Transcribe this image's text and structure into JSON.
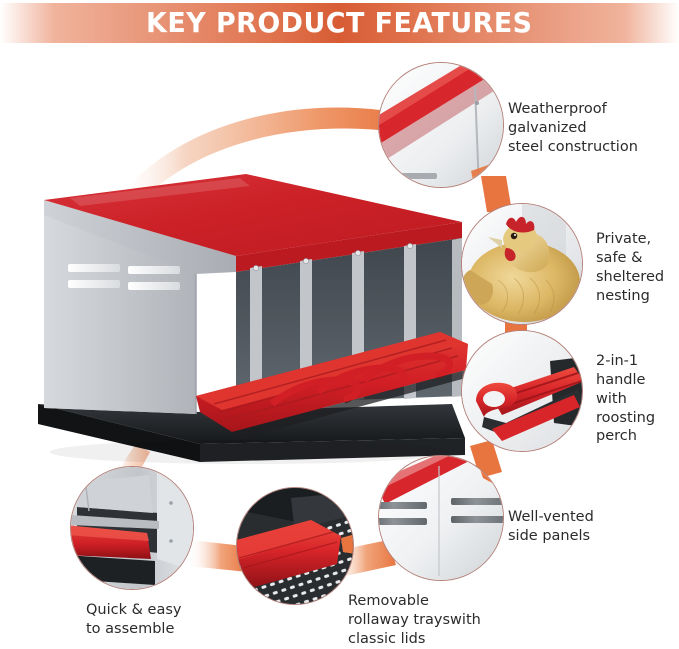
{
  "header": {
    "title": "KEY PRODUCT FEATURES",
    "gradient_edge_color": "#f6d7c8",
    "gradient_center_color": "#d75c34"
  },
  "product": {
    "name": "metal chicken nesting box",
    "roof_color": "#cc2026",
    "body_color": "#b9bcc0",
    "interior_color": "#4e555c",
    "base_color": "#1f2124",
    "tray_color": "#d81f26"
  },
  "callouts": [
    {
      "id": "weatherproof",
      "image_name": "roof-edge-closeup-circle",
      "text": "Weatherproof\ngalvanized\nsteel construction",
      "text_lines": [
        "Weatherproof",
        "galvanized",
        "steel construction"
      ]
    },
    {
      "id": "private-nesting",
      "image_name": "hen-photo-circle",
      "text": "Private,\nsafe &\nsheltered\nnesting",
      "text_lines": [
        "Private,",
        "safe &",
        "sheltered",
        "nesting"
      ]
    },
    {
      "id": "handle-perch",
      "image_name": "red-handle-closeup-circle",
      "text": "2-in-1\nhandle\nwith\nroosting\nperch",
      "text_lines": [
        "2-in-1",
        "handle",
        "with",
        "roosting",
        "perch"
      ]
    },
    {
      "id": "vented-panels",
      "image_name": "vent-slots-closeup-circle",
      "text": "Well-vented\nside panels",
      "text_lines": [
        "Well-vented",
        "side panels"
      ]
    },
    {
      "id": "rollaway-trays",
      "image_name": "rollaway-tray-closeup-circle",
      "text": "Removable\nrollaway trayswith\nclassic lids",
      "text_lines": [
        "Removable",
        "rollaway trayswith",
        "classic lids"
      ]
    },
    {
      "id": "quick-assembly",
      "image_name": "assembly-closeup-circle",
      "text": "Quick & easy\nto assemble",
      "text_lines": [
        "Quick & easy",
        "to assemble"
      ]
    }
  ],
  "connectors": {
    "ribbon_color_start": "#ffffff",
    "ribbon_color_end": "#e8753f",
    "count": 6
  },
  "colors": {
    "text": "#2b2b2b",
    "accent_orange": "#e8753f",
    "accent_red": "#cc2026",
    "circle_border": "#b4817a",
    "background": "#ffffff"
  }
}
